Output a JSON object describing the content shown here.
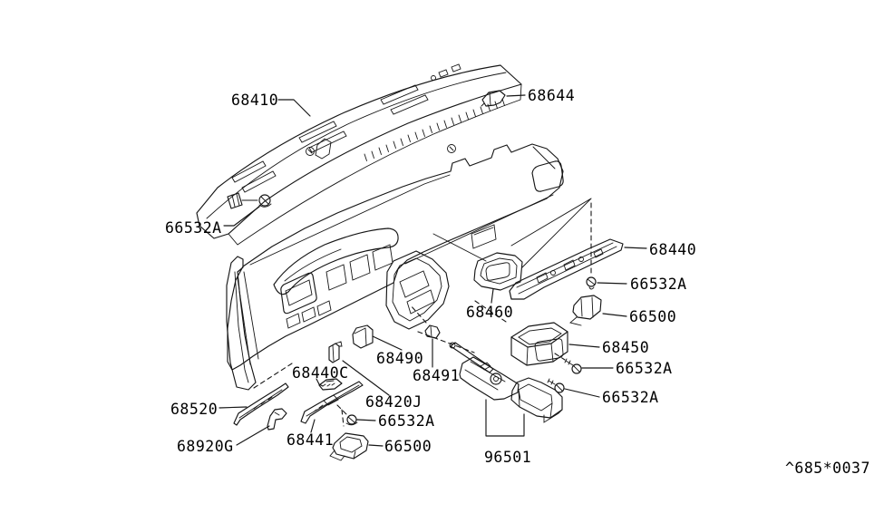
{
  "diagram": {
    "background_color": "#ffffff",
    "ink_color": "#161616",
    "drawing_code": "^685*0037",
    "labels": [
      {
        "id": "pad",
        "text": "68410"
      },
      {
        "id": "finisher-top-right",
        "text": "68644"
      },
      {
        "id": "screw-top-left",
        "text": "66532A"
      },
      {
        "id": "garnish-strip",
        "text": "68440"
      },
      {
        "id": "screw-right-upper",
        "text": "66532A"
      },
      {
        "id": "ashtray-clip-right",
        "text": "66500"
      },
      {
        "id": "pocket-right",
        "text": "68450"
      },
      {
        "id": "screw-right-mid",
        "text": "66532A"
      },
      {
        "id": "screw-right-lower",
        "text": "66532A"
      },
      {
        "id": "vent-center",
        "text": "68460"
      },
      {
        "id": "lid-center",
        "text": "68490"
      },
      {
        "id": "clip-center",
        "text": "68491"
      },
      {
        "id": "clip-c",
        "text": "68440C"
      },
      {
        "id": "bracket-j",
        "text": "68420J"
      },
      {
        "id": "strip-left",
        "text": "68520"
      },
      {
        "id": "screw-bottom-mid",
        "text": "66532A"
      },
      {
        "id": "bracket-g",
        "text": "68920G"
      },
      {
        "id": "strip-mid",
        "text": "68441"
      },
      {
        "id": "ashtray-bottom",
        "text": "66500"
      },
      {
        "id": "pocket-assy",
        "text": "96501"
      }
    ]
  }
}
